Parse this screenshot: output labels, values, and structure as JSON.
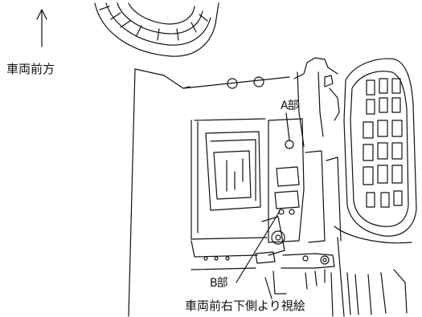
{
  "labels": {
    "vehicle_front": "車両前方",
    "part_a": "A部",
    "part_b": "B部",
    "view_caption": "車両前右下側より視絵"
  },
  "colors": {
    "line": "#111111",
    "background": "#ffffff"
  }
}
